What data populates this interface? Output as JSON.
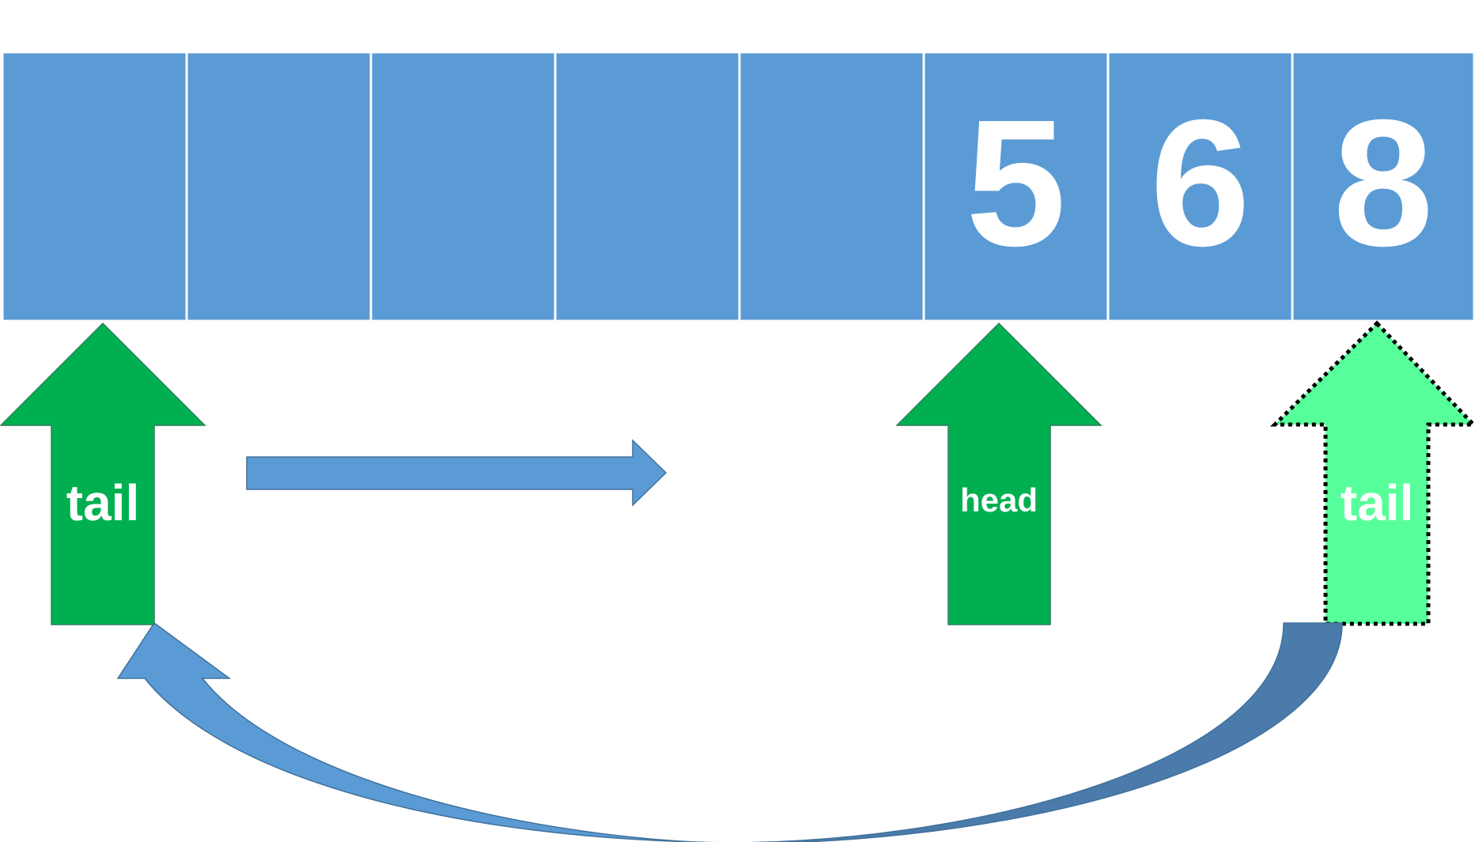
{
  "colors": {
    "cell_fill": "#5B9BD5",
    "cell_border": "#FFFFFF",
    "pointer_fill": "#00B050",
    "pointer_ghost_fill": "#57FF9A",
    "arrow_fill": "#5B9BD5",
    "arrow_stroke": "#41719C",
    "curve_dark": "#4A7BAA"
  },
  "array": {
    "cells": [
      {
        "value": ""
      },
      {
        "value": ""
      },
      {
        "value": ""
      },
      {
        "value": ""
      },
      {
        "value": ""
      },
      {
        "value": "5"
      },
      {
        "value": "6"
      },
      {
        "value": "8"
      }
    ]
  },
  "pointers": {
    "tail_start": {
      "label": "tail",
      "cell_index": 0
    },
    "head": {
      "label": "head",
      "cell_index": 5
    },
    "tail_end": {
      "label": "tail",
      "cell_index": 7
    }
  },
  "arrows": {
    "direction_arrow": {
      "icon": "right-arrow-icon"
    },
    "wraparound_arrow": {
      "icon": "curved-wraparound-arrow-icon"
    }
  }
}
